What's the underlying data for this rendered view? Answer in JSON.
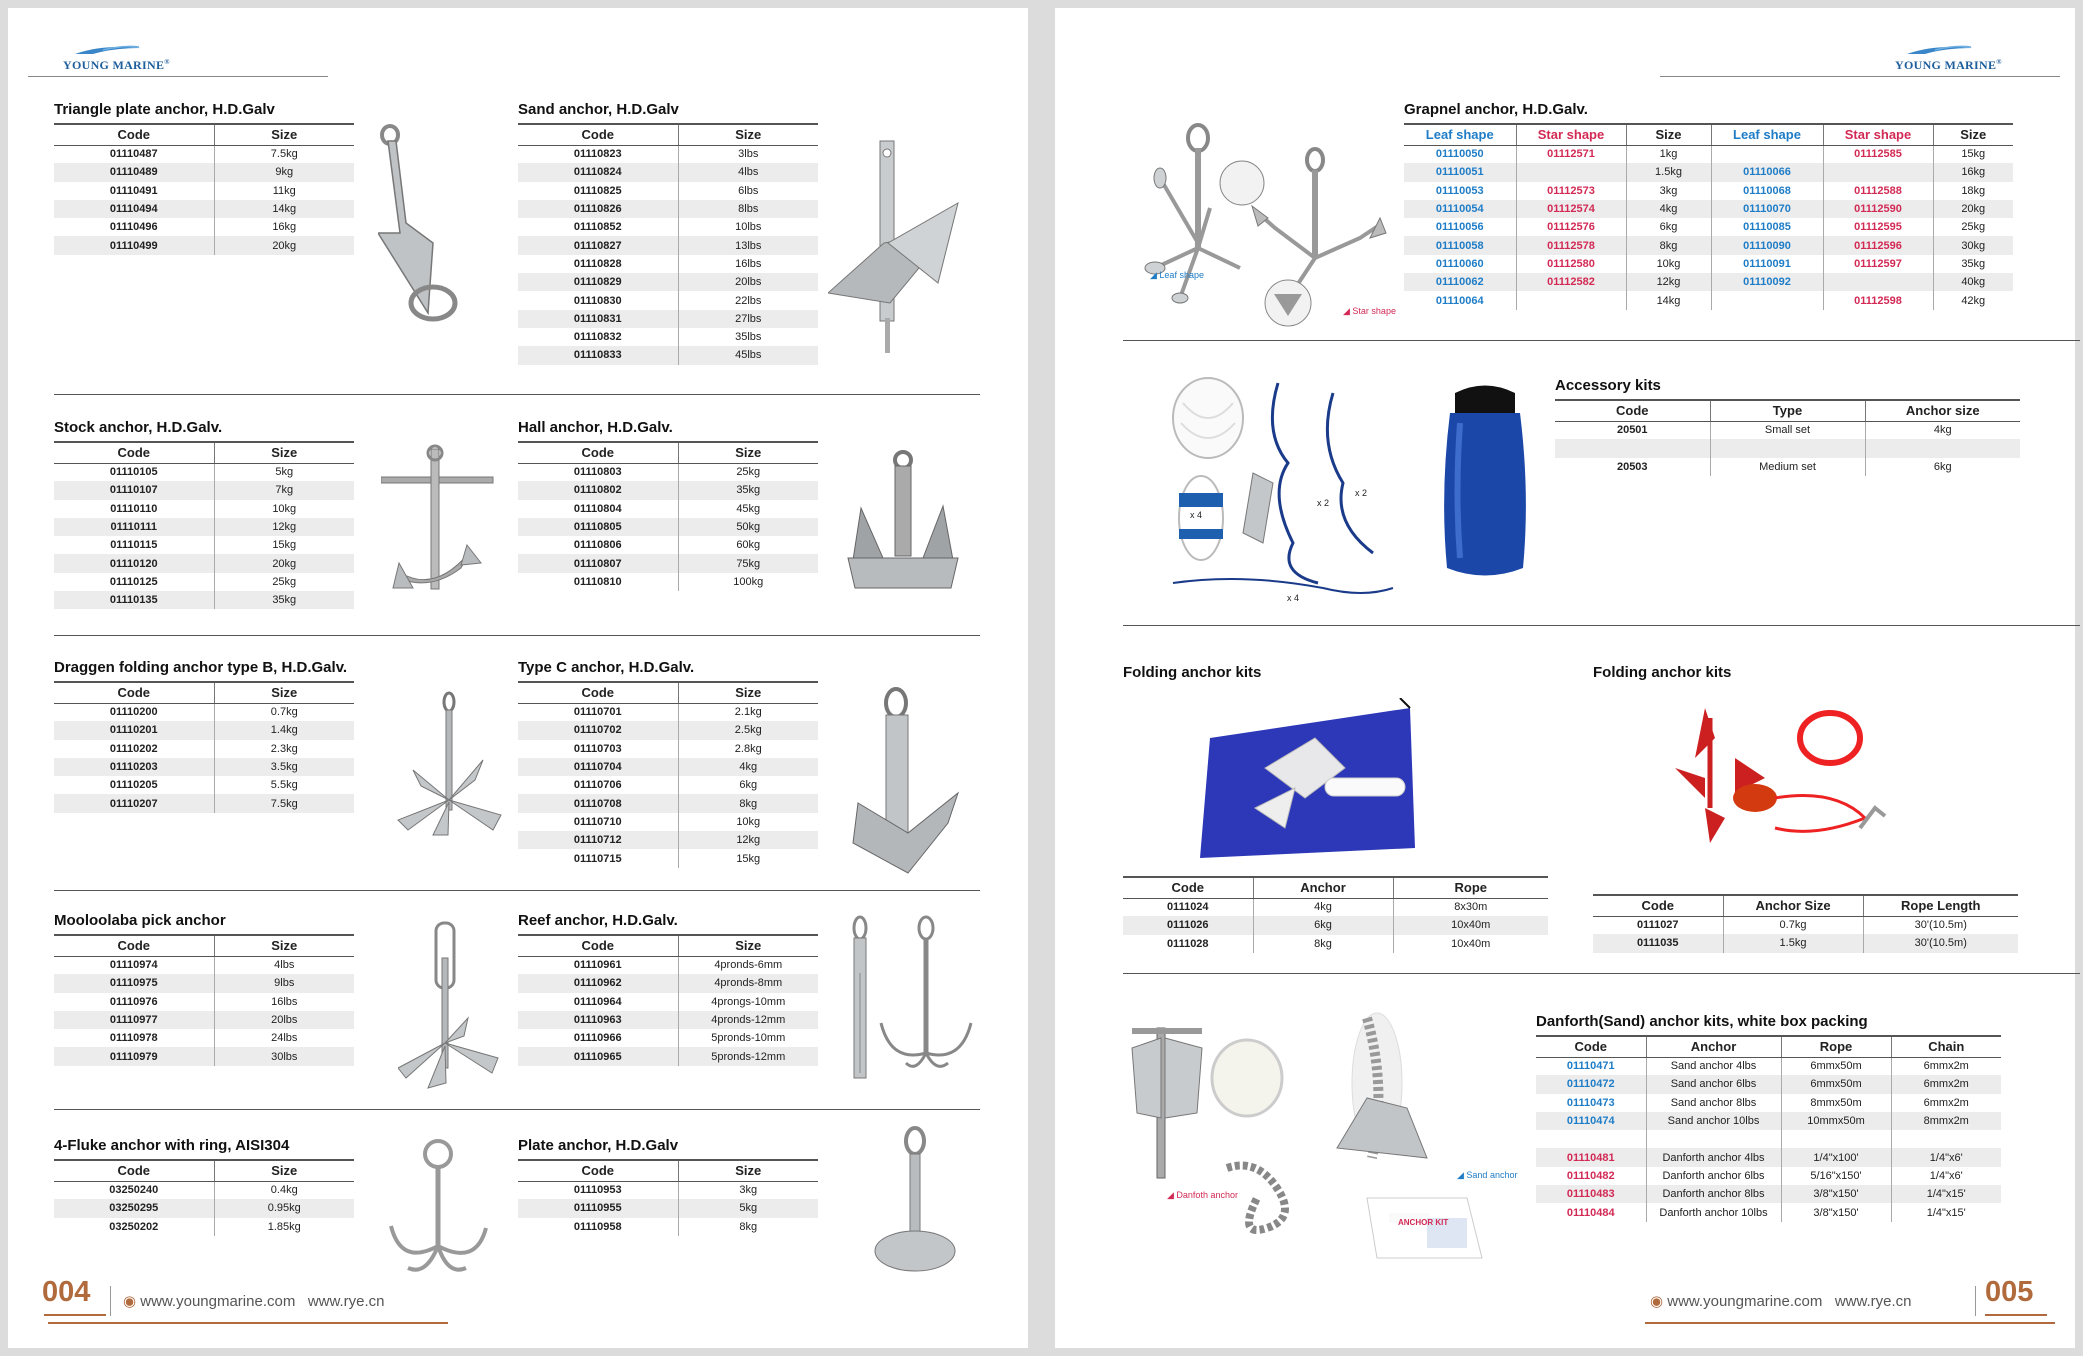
{
  "brand": {
    "name": "YOUNG MARINE",
    "reg": "®"
  },
  "footer": {
    "site1": "www.youngmarine.com",
    "site2": "www.rye.cn",
    "left_page": "004",
    "right_page": "005"
  },
  "colors": {
    "blue": "#1f7dc7",
    "red": "#d22a55",
    "accent": "#b06a3c",
    "logo": "#1d5e9c"
  },
  "left": {
    "triangle": {
      "title": "Triangle plate anchor, H.D.Galv",
      "headers": [
        "Code",
        "Size"
      ],
      "rows": [
        [
          "01110487",
          "7.5kg"
        ],
        [
          "01110489",
          "9kg"
        ],
        [
          "01110491",
          "11kg"
        ],
        [
          "01110494",
          "14kg"
        ],
        [
          "01110496",
          "16kg"
        ],
        [
          "01110499",
          "20kg"
        ]
      ]
    },
    "sand": {
      "title": "Sand anchor, H.D.Galv",
      "headers": [
        "Code",
        "Size"
      ],
      "rows": [
        [
          "01110823",
          "3lbs"
        ],
        [
          "01110824",
          "4lbs"
        ],
        [
          "01110825",
          "6lbs"
        ],
        [
          "01110826",
          "8lbs"
        ],
        [
          "01110852",
          "10lbs"
        ],
        [
          "01110827",
          "13lbs"
        ],
        [
          "01110828",
          "16lbs"
        ],
        [
          "01110829",
          "20lbs"
        ],
        [
          "01110830",
          "22lbs"
        ],
        [
          "01110831",
          "27lbs"
        ],
        [
          "01110832",
          "35lbs"
        ],
        [
          "01110833",
          "45lbs"
        ]
      ]
    },
    "stock": {
      "title": "Stock anchor, H.D.Galv.",
      "headers": [
        "Code",
        "Size"
      ],
      "rows": [
        [
          "01110105",
          "5kg"
        ],
        [
          "01110107",
          "7kg"
        ],
        [
          "01110110",
          "10kg"
        ],
        [
          "01110111",
          "12kg"
        ],
        [
          "01110115",
          "15kg"
        ],
        [
          "01110120",
          "20kg"
        ],
        [
          "01110125",
          "25kg"
        ],
        [
          "01110135",
          "35kg"
        ]
      ]
    },
    "hall": {
      "title": "Hall anchor, H.D.Galv.",
      "headers": [
        "Code",
        "Size"
      ],
      "rows": [
        [
          "01110803",
          "25kg"
        ],
        [
          "01110802",
          "35kg"
        ],
        [
          "01110804",
          "45kg"
        ],
        [
          "01110805",
          "50kg"
        ],
        [
          "01110806",
          "60kg"
        ],
        [
          "01110807",
          "75kg"
        ],
        [
          "01110810",
          "100kg"
        ]
      ]
    },
    "draggen": {
      "title": "Draggen folding anchor type B, H.D.Galv.",
      "headers": [
        "Code",
        "Size"
      ],
      "rows": [
        [
          "01110200",
          "0.7kg"
        ],
        [
          "01110201",
          "1.4kg"
        ],
        [
          "01110202",
          "2.3kg"
        ],
        [
          "01110203",
          "3.5kg"
        ],
        [
          "01110205",
          "5.5kg"
        ],
        [
          "01110207",
          "7.5kg"
        ]
      ]
    },
    "typec": {
      "title": "Type C anchor, H.D.Galv.",
      "headers": [
        "Code",
        "Size"
      ],
      "rows": [
        [
          "01110701",
          "2.1kg"
        ],
        [
          "01110702",
          "2.5kg"
        ],
        [
          "01110703",
          "2.8kg"
        ],
        [
          "01110704",
          "4kg"
        ],
        [
          "01110706",
          "6kg"
        ],
        [
          "01110708",
          "8kg"
        ],
        [
          "01110710",
          "10kg"
        ],
        [
          "01110712",
          "12kg"
        ],
        [
          "01110715",
          "15kg"
        ]
      ]
    },
    "mooloolaba": {
      "title": "Mooloolaba pick anchor",
      "headers": [
        "Code",
        "Size"
      ],
      "rows": [
        [
          "01110974",
          "4lbs"
        ],
        [
          "01110975",
          "9lbs"
        ],
        [
          "01110976",
          "16lbs"
        ],
        [
          "01110977",
          "20lbs"
        ],
        [
          "01110978",
          "24lbs"
        ],
        [
          "01110979",
          "30lbs"
        ]
      ]
    },
    "reef": {
      "title": "Reef anchor, H.D.Galv.",
      "headers": [
        "Code",
        "Size"
      ],
      "rows": [
        [
          "01110961",
          "4pronds-6mm"
        ],
        [
          "01110962",
          "4pronds-8mm"
        ],
        [
          "01110964",
          "4prongs-10mm"
        ],
        [
          "01110963",
          "4pronds-12mm"
        ],
        [
          "01110966",
          "5pronds-10mm"
        ],
        [
          "01110965",
          "5pronds-12mm"
        ]
      ]
    },
    "fluke": {
      "title": "4-Fluke anchor with ring, AISI304",
      "headers": [
        "Code",
        "Size"
      ],
      "rows": [
        [
          "03250240",
          "0.4kg"
        ],
        [
          "03250295",
          "0.95kg"
        ],
        [
          "03250202",
          "1.85kg"
        ]
      ]
    },
    "plate": {
      "title": "Plate anchor, H.D.Galv",
      "headers": [
        "Code",
        "Size"
      ],
      "rows": [
        [
          "01110953",
          "3kg"
        ],
        [
          "01110955",
          "5kg"
        ],
        [
          "01110958",
          "8kg"
        ]
      ]
    }
  },
  "right": {
    "grapnel": {
      "title": "Grapnel anchor, H.D.Galv.",
      "headers": [
        "Leaf shape",
        "Star shape",
        "Size",
        "Leaf shape",
        "Star shape",
        "Size"
      ],
      "rows": [
        [
          "01110050",
          "01112571",
          "1kg",
          "",
          "01112585",
          "15kg"
        ],
        [
          "01110051",
          "",
          "1.5kg",
          "01110066",
          "",
          "16kg"
        ],
        [
          "01110053",
          "01112573",
          "3kg",
          "01110068",
          "01112588",
          "18kg"
        ],
        [
          "01110054",
          "01112574",
          "4kg",
          "01110070",
          "01112590",
          "20kg"
        ],
        [
          "01110056",
          "01112576",
          "6kg",
          "01110085",
          "01112595",
          "25kg"
        ],
        [
          "01110058",
          "01112578",
          "8kg",
          "01110090",
          "01112596",
          "30kg"
        ],
        [
          "01110060",
          "01112580",
          "10kg",
          "01110091",
          "01112597",
          "35kg"
        ],
        [
          "01110062",
          "01112582",
          "12kg",
          "01110092",
          "",
          "40kg"
        ],
        [
          "01110064",
          "",
          "14kg",
          "",
          "01112598",
          "42kg"
        ]
      ],
      "label_leaf": "Leaf shape",
      "label_star": "Star shape"
    },
    "accessory": {
      "title": "Accessory kits",
      "headers": [
        "Code",
        "Type",
        "Anchor size"
      ],
      "rows": [
        [
          "20501",
          "Small set",
          "4kg"
        ],
        [
          "",
          "",
          ""
        ],
        [
          "20503",
          "Medium set",
          "6kg"
        ]
      ],
      "labels": [
        "x 4",
        "x 2",
        "x 2",
        "x 4"
      ]
    },
    "folding1": {
      "title": "Folding anchor kits",
      "headers": [
        "Code",
        "Anchor",
        "Rope"
      ],
      "rows": [
        [
          "0111024",
          "4kg",
          "8x30m"
        ],
        [
          "0111026",
          "6kg",
          "10x40m"
        ],
        [
          "0111028",
          "8kg",
          "10x40m"
        ]
      ]
    },
    "folding2": {
      "title": "Folding anchor kits",
      "headers": [
        "Code",
        "Anchor Size",
        "Rope Length"
      ],
      "rows": [
        [
          "0111027",
          "0.7kg",
          "30'(10.5m)"
        ],
        [
          "0111035",
          "1.5kg",
          "30'(10.5m)"
        ]
      ]
    },
    "danforth": {
      "title": "Danforth(Sand) anchor kits, white box packing",
      "headers": [
        "Code",
        "Anchor",
        "Rope",
        "Chain"
      ],
      "rows": [
        [
          "01110471",
          "Sand anchor 4lbs",
          "6mmx50m",
          "6mmx2m"
        ],
        [
          "01110472",
          "Sand anchor 6lbs",
          "6mmx50m",
          "6mmx2m"
        ],
        [
          "01110473",
          "Sand anchor 8lbs",
          "8mmx50m",
          "6mmx2m"
        ],
        [
          "01110474",
          "Sand anchor 10lbs",
          "10mmx50m",
          "8mmx2m"
        ],
        [
          "",
          "",
          "",
          ""
        ],
        [
          "01110481",
          "Danforth anchor 4lbs",
          "1/4\"x100'",
          "1/4\"x6'"
        ],
        [
          "01110482",
          "Danforth anchor 6lbs",
          "5/16\"x150'",
          "1/4\"x6'"
        ],
        [
          "01110483",
          "Danforth anchor 8lbs",
          "3/8\"x150'",
          "1/4\"x15'"
        ],
        [
          "01110484",
          "Danforth anchor 10lbs",
          "3/8\"x150'",
          "1/4\"x15'"
        ]
      ],
      "label_danforth": "Danfoth anchor",
      "label_sand": "Sand anchor",
      "box_label": "ANCHOR KIT"
    }
  }
}
